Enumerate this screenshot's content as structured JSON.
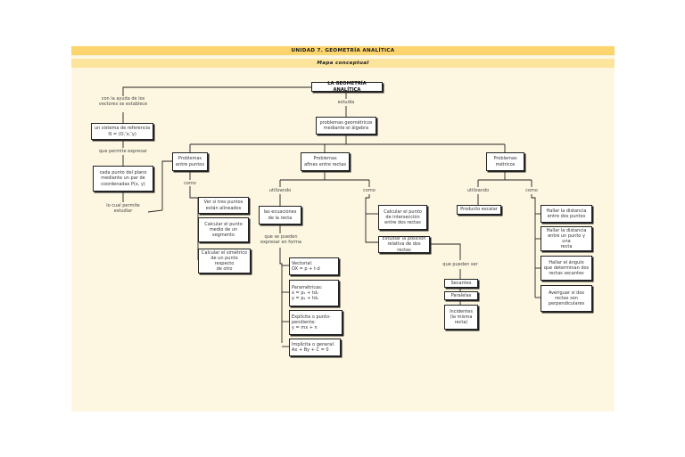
{
  "header": {
    "unit_title": "UNIDAD 7.  GEOMETRÍA ANALÍTICA",
    "subtitle": "Mapa conceptual"
  },
  "colors": {
    "band": "#fbd46e",
    "band_sub": "#fce49d",
    "sheet": "#fdf7e2",
    "line": "#222222"
  },
  "nodes": {
    "root": "LA GEOMETRÍA ANALÍTICA",
    "problems_geo": "problemas geométricos\nmediante el álgebra",
    "ref_system": "un sistema de referencia\nℜ = (O, ⃗x, ⃗y)",
    "point_pair": "cada punto del plano\nmediante un par de\ncoordenadas P(x, y)",
    "prob_points": "Problemas\nentre puntos",
    "prob_lines": "Problemas\nafines entre rectas",
    "prob_metric": "Problemas\nmétricos",
    "aligned": "Ver si tres puntos\nestán alineados",
    "midpoint": "Calcular el punto\nmedio de un\nsegmento",
    "symmetric": "Calcular el simétrico\nde un punto respecto\nde otro",
    "line_eq": "las ecuaciones\nde la recta",
    "intersection": "Calcular el punto\nde intersección\nentre dos rectas",
    "relative_pos": "Estudiar la posición\nrelativa de dos rectas",
    "vector_eq": "Vectorial:\nOX = p + t·d",
    "param_eq": "Paramétricas:\nx = p₁ + td₁\ny = p₂ + td₂",
    "explicit_eq": "Explícita o punto-\npendiente:\ny = mx + n",
    "general_eq": "Implícita o general:\nAx + By + C = 0",
    "scalar": "Producto escalar",
    "secantes": "Secantes",
    "paralelas": "Paralelas",
    "incidentes": "Incidentes\n(la misma\nrecta)",
    "dist_points": "Hallar la distancia\nentre dos puntos",
    "dist_point_line": "Hallar la distancia\nentre un punto y una\nrecta",
    "angle": "Hallar el ángulo\nque determinan dos\nrectas secantes",
    "perpendicular": "Averiguar si dos\nrectas son\nperpendiculares"
  },
  "labels": {
    "with_vectors": "con la ayuda de los\nvectores se establece",
    "studies": "estudia",
    "allows_express": "que permite expresar",
    "allows_study": "lo cual permite\nestudiar",
    "como_1": "como",
    "utilizando_1": "utilizando",
    "como_2": "como",
    "utilizando_2": "utilizando",
    "como_3": "como",
    "can_express": "que se pueden\nexpresar en forma",
    "can_be": "que pueden ser"
  }
}
